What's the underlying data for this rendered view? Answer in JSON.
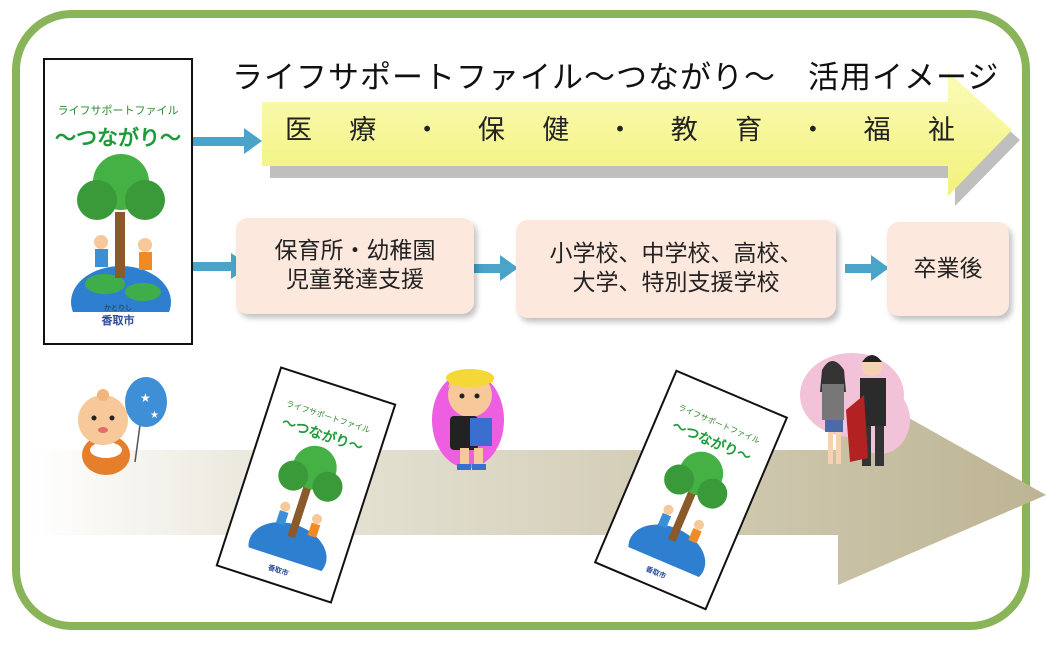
{
  "title": "ライフサポートファイル～つながり～　活用イメージ",
  "cover": {
    "subtitle": "ライフサポートファイル",
    "main_title": "～つながり～",
    "city_kana": "かとりし",
    "city": "香取市"
  },
  "big_arrow_words": [
    "医",
    "療",
    "・",
    "保",
    "健",
    "・",
    "教",
    "育",
    "・",
    "福",
    "祉"
  ],
  "stages": {
    "stage1_line1": "保育所・幼稚園",
    "stage1_line2": "児童発達支援",
    "stage2_line1": "小学校、中学校、高校、",
    "stage2_line2": "大学、特別支援学校",
    "stage3": "卒業後"
  },
  "mini_cover": {
    "subtitle": "ライフサポートファイル",
    "main_title": "～つながり～",
    "city": "香取市"
  },
  "colors": {
    "frame": "#8ab45a",
    "big_arrow": "#f7f7a0",
    "flow_arrow": "#4aa3c8",
    "stage_box": "#fde8de",
    "timeline_arrow": "#c9c2a4"
  },
  "icons": [
    "baby-with-balloon-icon",
    "schoolchild-with-randoseru-icon",
    "graduates-couple-icon",
    "tree-and-globe-icon"
  ]
}
